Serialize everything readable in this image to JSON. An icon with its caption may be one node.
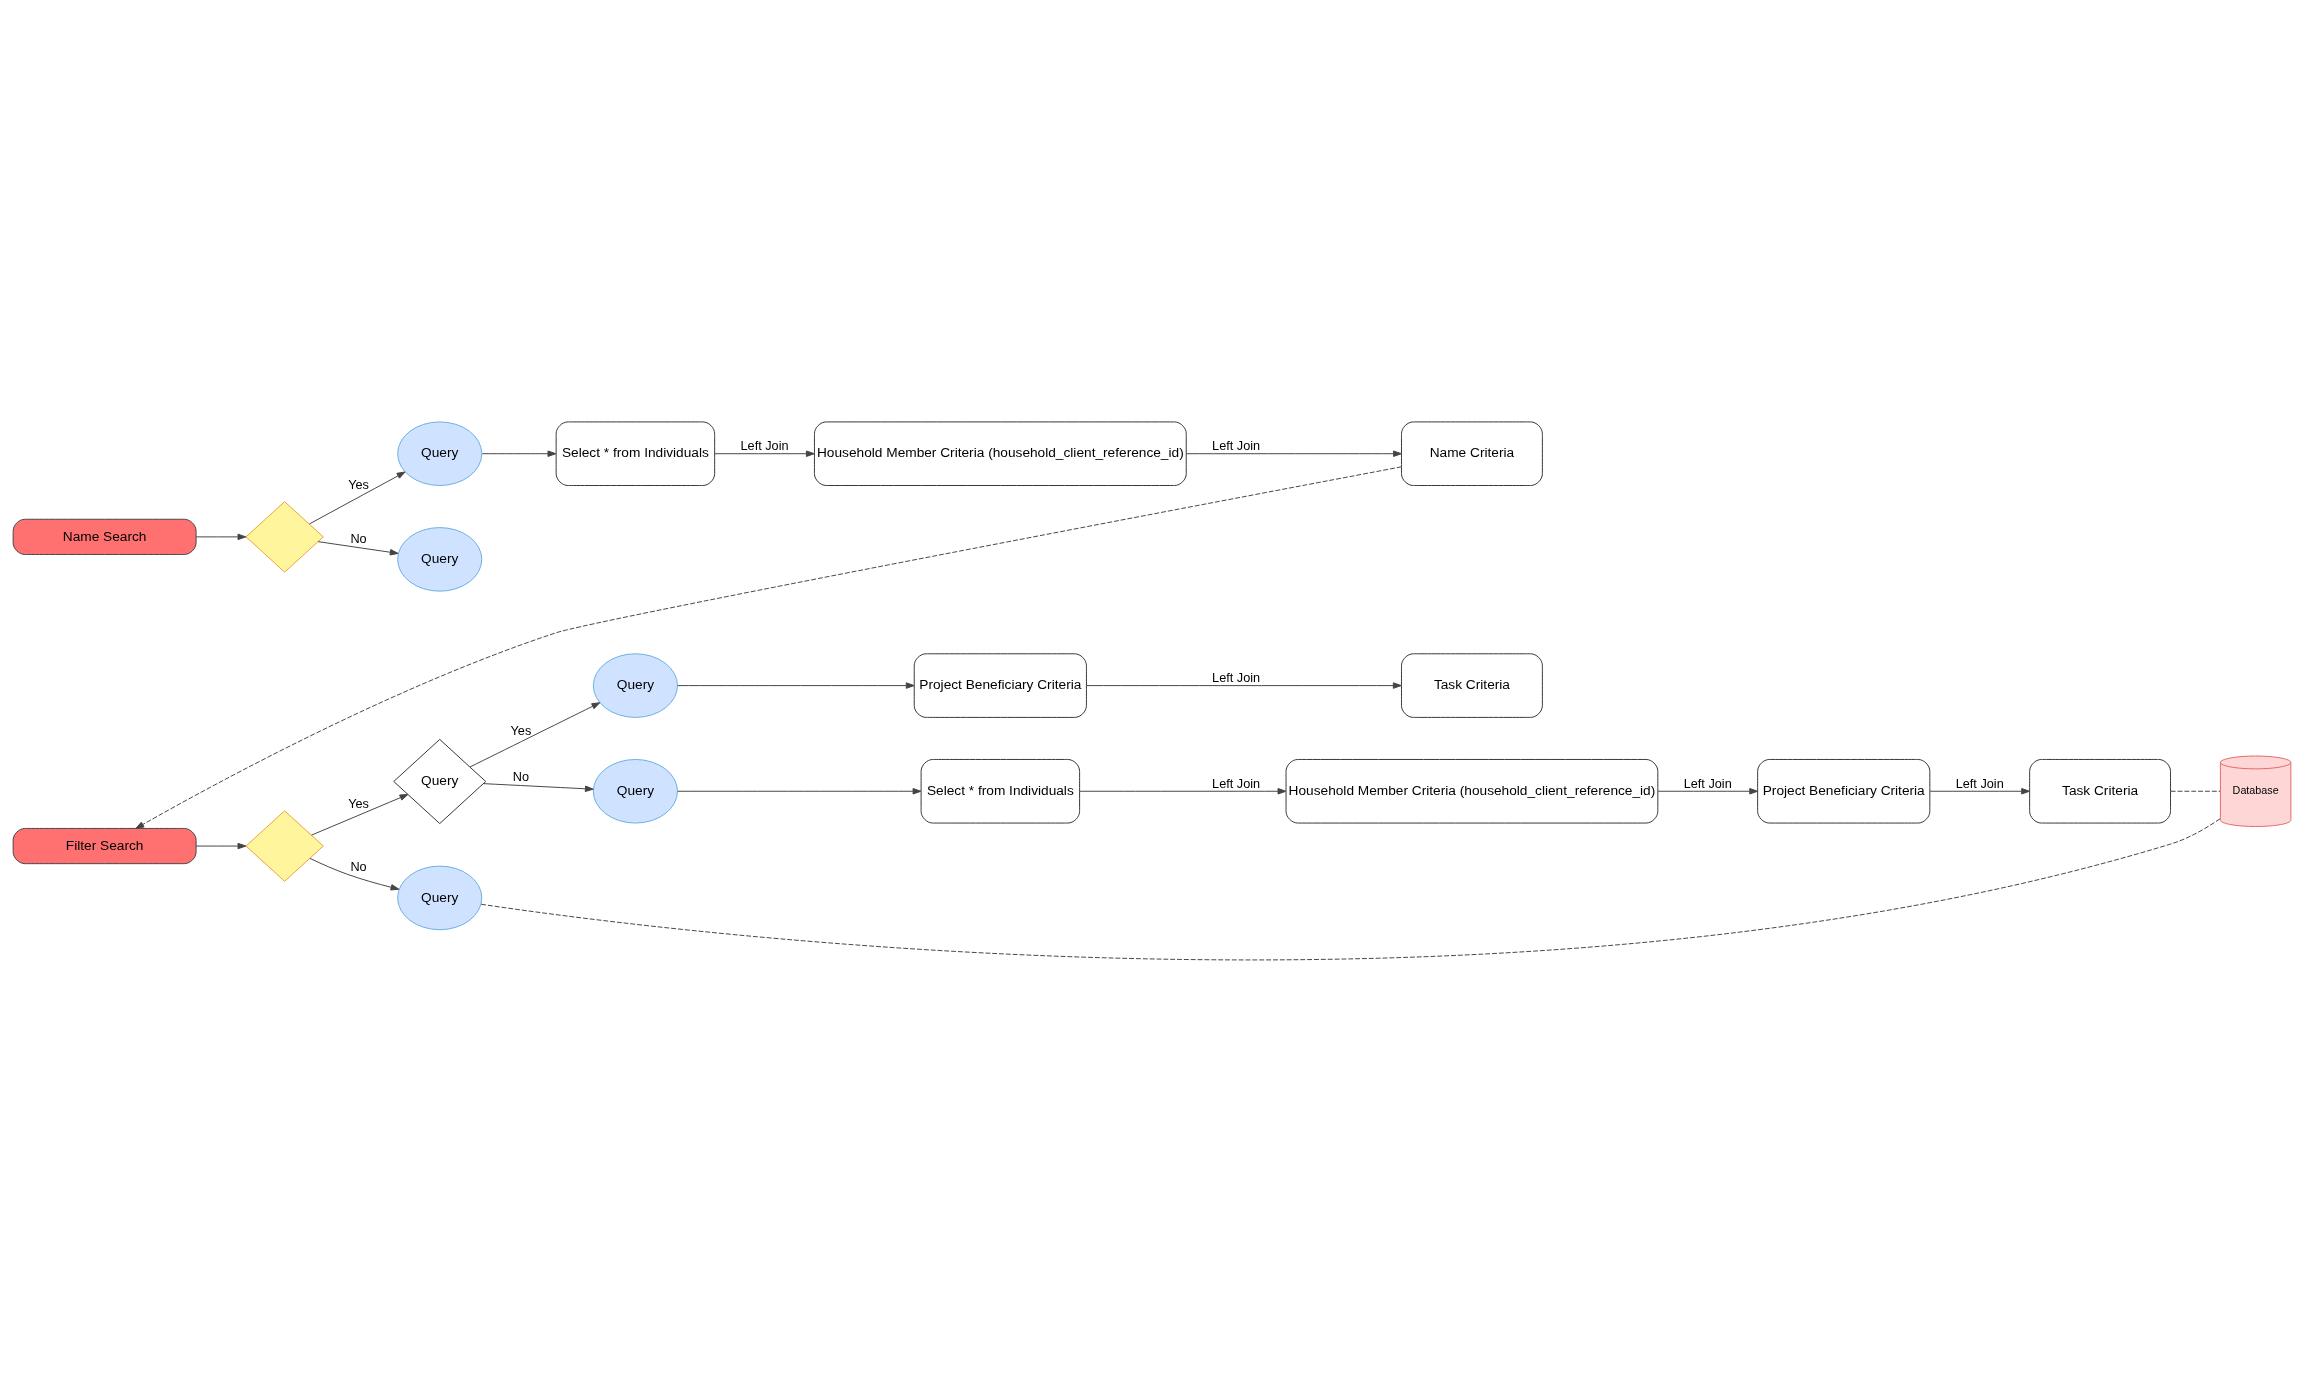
{
  "diagram": {
    "nodes": [
      {
        "text": [
          "Name Search"
        ]
      },
      {
        "text": [],
        "shape": "diamond"
      },
      {
        "text": [
          "Query"
        ]
      },
      {
        "text": [
          "Query"
        ]
      },
      {
        "text": [
          "Select * from Individuals"
        ]
      },
      {
        "text": [
          "Household Member Criteria (household_client_reference_id)"
        ]
      },
      {
        "text": [
          "Name Criteria"
        ]
      },
      {
        "text": [
          "Filter Search"
        ]
      },
      {
        "text": [],
        "shape": "diamond"
      },
      {
        "text": [
          "Query"
        ]
      },
      {
        "text": [
          "Query"
        ]
      },
      {
        "text": [
          "Project Beneficiary Criteria"
        ]
      },
      {
        "text": [
          "Task Criteria"
        ]
      },
      {
        "text": [
          "Query"
        ]
      },
      {
        "text": [
          "Select * from Individuals"
        ]
      },
      {
        "text": [
          "Household Member Criteria (household_client_reference_id)"
        ]
      },
      {
        "text": [
          "Project Beneficiary Criteria"
        ]
      },
      {
        "text": [
          "Task Criteria"
        ]
      },
      {
        "text": [
          "Query"
        ]
      },
      {
        "text": [
          "Database"
        ]
      }
    ],
    "edges": [
      {
        "from": 0,
        "to": 1,
        "arrow": "to"
      },
      {
        "from": 1,
        "to": 2,
        "arrow": "to",
        "label": "Yes"
      },
      {
        "from": 1,
        "to": 3,
        "arrow": "to",
        "label": "No"
      },
      {
        "from": 2,
        "to": 4,
        "arrow": "to"
      },
      {
        "from": 4,
        "to": 5,
        "arrow": "to",
        "label": "Left Join"
      },
      {
        "from": 5,
        "to": 6,
        "arrow": "to",
        "label": "Left Join"
      },
      {
        "from": 6,
        "to": 7,
        "arrow": "to",
        "style": "dashed"
      },
      {
        "from": 7,
        "to": 8,
        "arrow": "to"
      },
      {
        "from": 8,
        "to": 9,
        "arrow": "to",
        "label": "Yes"
      },
      {
        "from": 8,
        "to": 18,
        "arrow": "to",
        "label": "No"
      },
      {
        "from": 9,
        "to": 10,
        "arrow": "to",
        "label": "Yes"
      },
      {
        "from": 9,
        "to": 13,
        "arrow": "to",
        "label": "No"
      },
      {
        "from": 10,
        "to": 11,
        "arrow": "to"
      },
      {
        "from": 11,
        "to": 12,
        "arrow": "to",
        "label": "Left Join"
      },
      {
        "from": 13,
        "to": 14,
        "arrow": "to"
      },
      {
        "from": 14,
        "to": 15,
        "arrow": "to",
        "label": "Left Join"
      },
      {
        "from": 15,
        "to": 16,
        "arrow": "to",
        "label": "Left Join"
      },
      {
        "from": 16,
        "to": 17,
        "arrow": "to",
        "label": "Left Join"
      },
      {
        "from": 18,
        "to": 19,
        "arrow": "none",
        "style": "dashed"
      },
      {
        "from": 17,
        "to": 19,
        "arrow": "none",
        "style": "dashed"
      }
    ]
  }
}
